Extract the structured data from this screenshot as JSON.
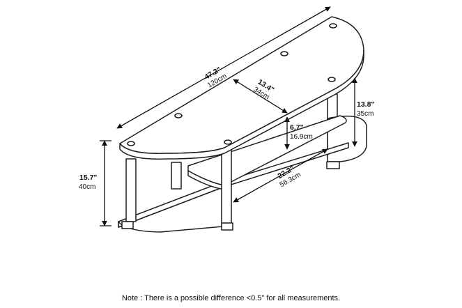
{
  "dimensions": {
    "length": {
      "imperial": "47.2\"",
      "metric": "120cm"
    },
    "depth": {
      "imperial": "13.4\"",
      "metric": "34cm"
    },
    "total_height": {
      "imperial": "15.7\"",
      "metric": "40cm"
    },
    "side_height": {
      "imperial": "13.8\"",
      "metric": "35cm"
    },
    "shelf_gap": {
      "imperial": "6.7\"",
      "metric": "16.9cm"
    },
    "inner_width": {
      "imperial": "22.2\"",
      "metric": "56.3cm"
    }
  },
  "note": "Note : There is a possible difference <0.5\" for all measurements."
}
